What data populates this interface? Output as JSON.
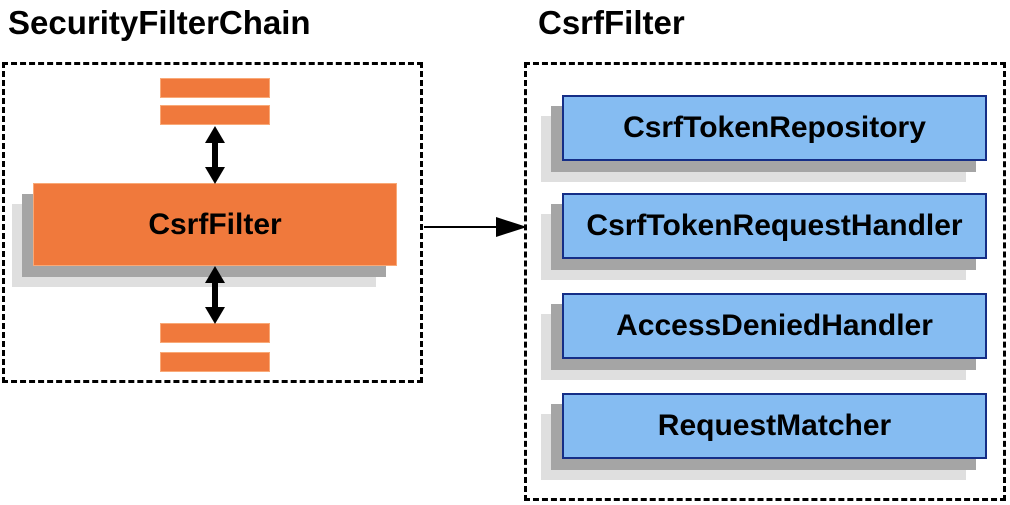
{
  "left_panel": {
    "title": "SecurityFilterChain",
    "filter_label": "CsrfFilter"
  },
  "right_panel": {
    "title": "CsrfFilter",
    "components": [
      "CsrfTokenRepository",
      "CsrfTokenRequestHandler",
      "AccessDeniedHandler",
      "RequestMatcher"
    ]
  },
  "icons": {
    "double-arrow-icon": "↕",
    "flow-arrow-icon": "→"
  },
  "colors": {
    "orange_fill": "#F0793C",
    "orange_border": "#F9A977",
    "blue_fill": "#85BCF2",
    "blue_border": "#152E87",
    "shadow_dark": "#A5A5A5",
    "shadow_light": "#DFDFDF",
    "dashed_border": "#000000",
    "arrow_color": "#000000",
    "label_color": "#000000"
  }
}
